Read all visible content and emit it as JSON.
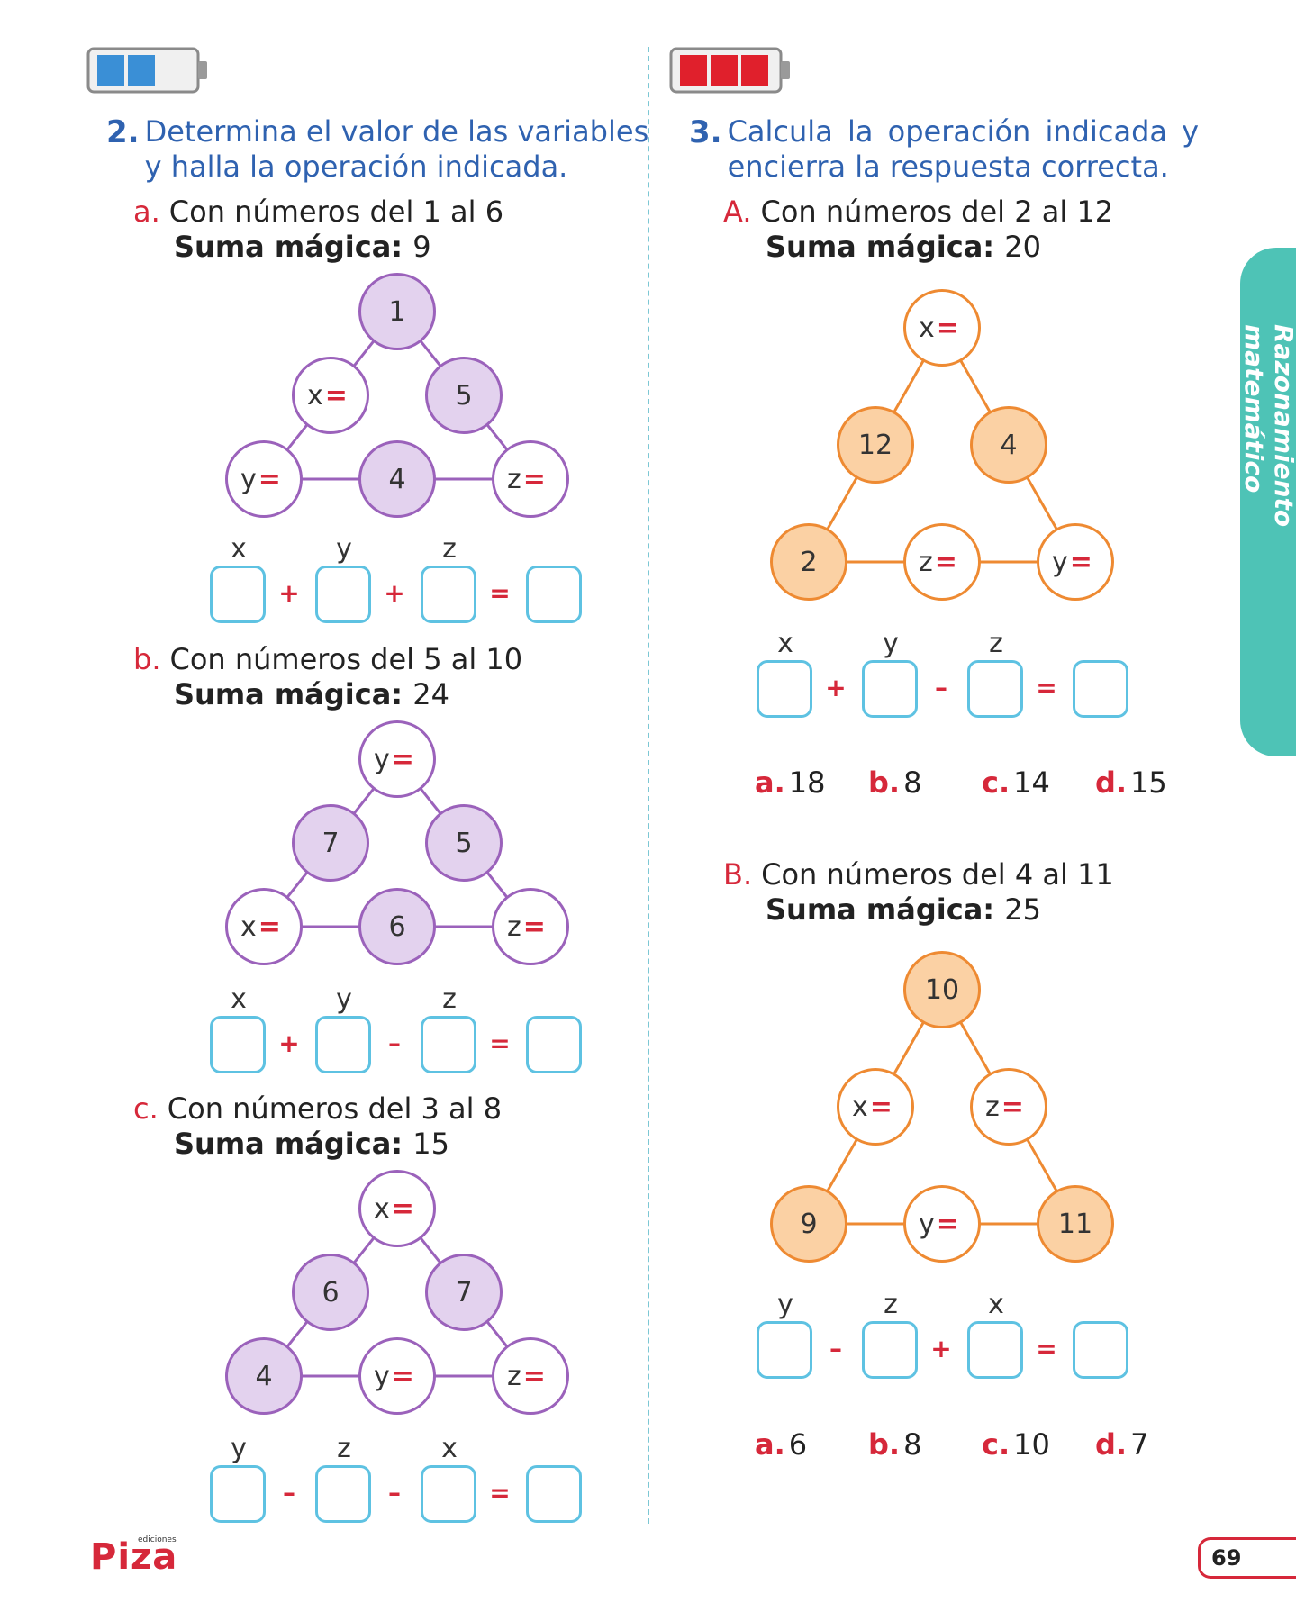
{
  "page": {
    "number": "69",
    "side_tab": "Razonamiento matemático",
    "logo": "Piza",
    "logo_sub": "ediciones"
  },
  "colors": {
    "accent_blue": "#2f62b0",
    "accent_red": "#d6283a",
    "purple": "#9b62bb",
    "orange": "#ee8a32",
    "box_blue": "#5ec2e2",
    "tab_teal": "#4ec3b6"
  },
  "q2": {
    "num": "2.",
    "text_line1": "Determina el valor de las variables",
    "text_line2": "y halla la operación indicada.",
    "a": {
      "letter": "a.",
      "range": "Con números del 1 al 6",
      "magic_label": "Suma mágica:",
      "magic_value": "9",
      "nodes": {
        "top": "1",
        "left_mid": "x",
        "right_mid": "5",
        "bottom_left": "y",
        "bottom_mid": "4",
        "bottom_right": "z"
      },
      "vars": [
        "x",
        "y",
        "z"
      ],
      "ops": [
        "+",
        "+",
        "="
      ]
    },
    "b": {
      "letter": "b.",
      "range": "Con números del 5 al 10",
      "magic_label": "Suma mágica:",
      "magic_value": "24",
      "nodes": {
        "top": "y",
        "left_mid": "7",
        "right_mid": "5",
        "bottom_left": "x",
        "bottom_mid": "6",
        "bottom_right": "z"
      },
      "vars": [
        "x",
        "y",
        "z"
      ],
      "ops": [
        "+",
        "–",
        "="
      ]
    },
    "c": {
      "letter": "c.",
      "range": "Con números del 3 al 8",
      "magic_label": "Suma mágica:",
      "magic_value": "15",
      "nodes": {
        "top": "x",
        "left_mid": "6",
        "right_mid": "7",
        "bottom_left": "4",
        "bottom_mid": "y",
        "bottom_right": "z"
      },
      "vars": [
        "y",
        "z",
        "x"
      ],
      "ops": [
        "–",
        "–",
        "="
      ]
    }
  },
  "q3": {
    "num": "3.",
    "text_line1": "Calcula la operación indicada y",
    "text_line2": "encierra la respuesta correcta.",
    "A": {
      "letter": "A.",
      "range": "Con números del 2 al 12",
      "magic_label": "Suma mágica:",
      "magic_value": "20",
      "nodes": {
        "top": "x",
        "left_mid": "12",
        "right_mid": "4",
        "bottom_left": "2",
        "bottom_mid": "z",
        "bottom_right": "y"
      },
      "vars": [
        "x",
        "y",
        "z"
      ],
      "ops": [
        "+",
        "–",
        "="
      ],
      "options": [
        {
          "l": "a.",
          "v": "18"
        },
        {
          "l": "b.",
          "v": "8"
        },
        {
          "l": "c.",
          "v": "14"
        },
        {
          "l": "d.",
          "v": "15"
        }
      ]
    },
    "B": {
      "letter": "B.",
      "range": "Con números del 4 al 11",
      "magic_label": "Suma mágica:",
      "magic_value": "25",
      "nodes": {
        "top": "10",
        "left_mid": "x",
        "right_mid": "z",
        "bottom_left": "9",
        "bottom_mid": "y",
        "bottom_right": "11"
      },
      "vars": [
        "y",
        "z",
        "x"
      ],
      "ops": [
        "–",
        "+",
        "="
      ],
      "options": [
        {
          "l": "a.",
          "v": "6"
        },
        {
          "l": "b.",
          "v": "8"
        },
        {
          "l": "c.",
          "v": "10"
        },
        {
          "l": "d.",
          "v": "7"
        }
      ]
    }
  }
}
